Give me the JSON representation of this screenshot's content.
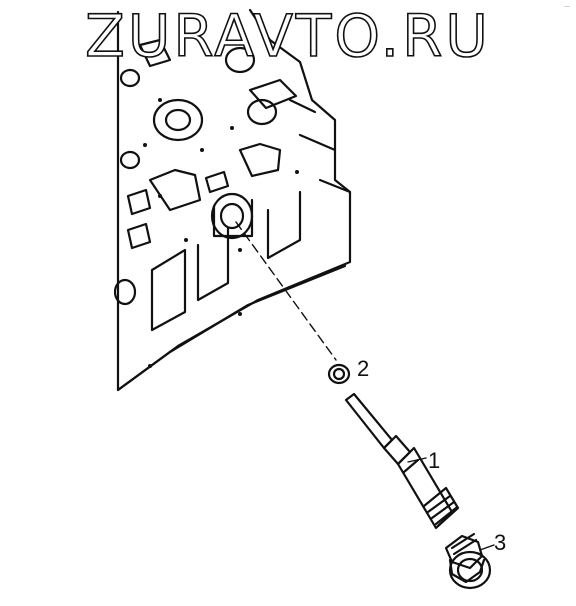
{
  "watermark": "ZURAVTO.RU",
  "corner_mark": "...",
  "callouts": [
    {
      "id": "1",
      "label": "1"
    },
    {
      "id": "2",
      "label": "2"
    },
    {
      "id": "3",
      "label": "3"
    }
  ],
  "colors": {
    "line": "#111111",
    "background": "#ffffff"
  }
}
